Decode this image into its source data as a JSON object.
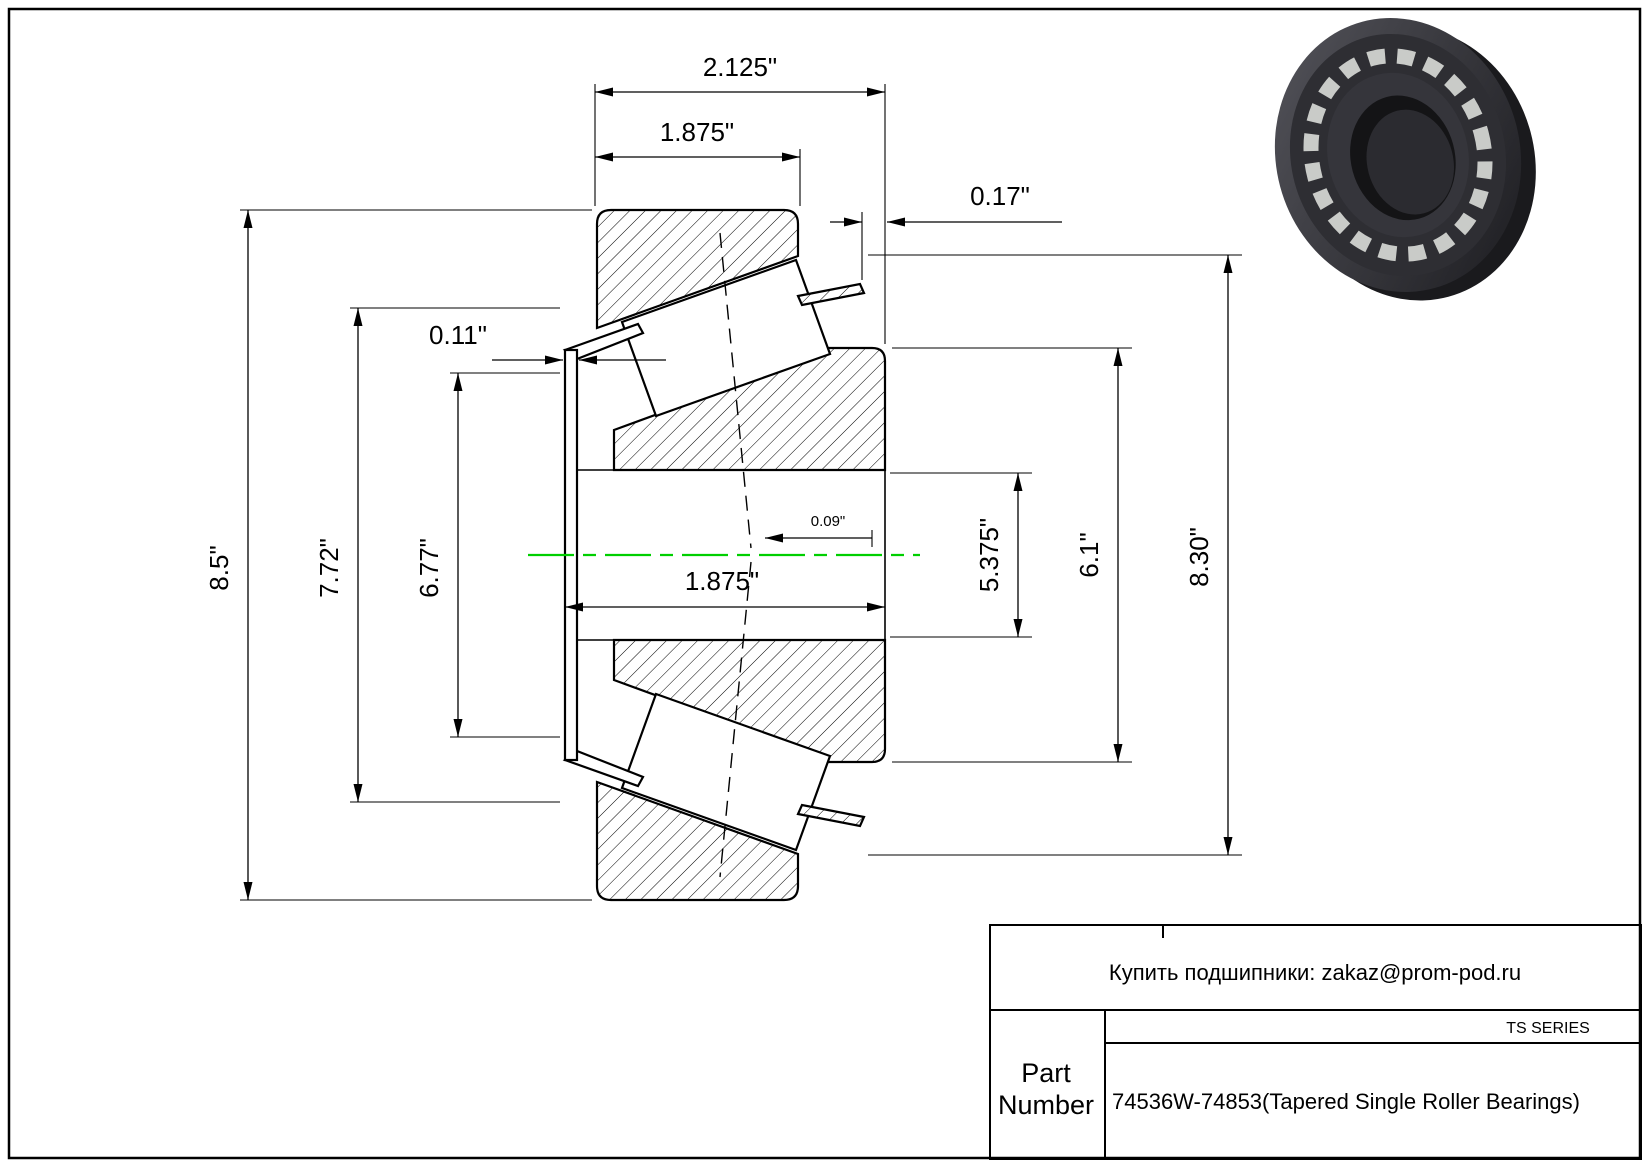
{
  "colors": {
    "centerline": "#00cf00",
    "ink": "#000000"
  },
  "dimensions": {
    "overall_width": "2.125\"",
    "cup_width": "1.875\"",
    "cage_lip": "0.17\"",
    "slinger_offset": "0.11\"",
    "outer_diameter": "8.5\"",
    "diameter_772": "7.72\"",
    "diameter_677": "6.77\"",
    "bore_width": "1.875\"",
    "offset_009": "0.09\"",
    "diameter_5375": "5.375\"",
    "diameter_61": "6.1\"",
    "diameter_830": "8.30\""
  },
  "title_block": {
    "contact": "Купить подшипники: zakaz@prom-pod.ru",
    "series": "TS SERIES",
    "part_label_line1": "Part",
    "part_label_line2": "Number",
    "part_number": "74536W-74853(Tapered Single Roller Bearings)"
  }
}
